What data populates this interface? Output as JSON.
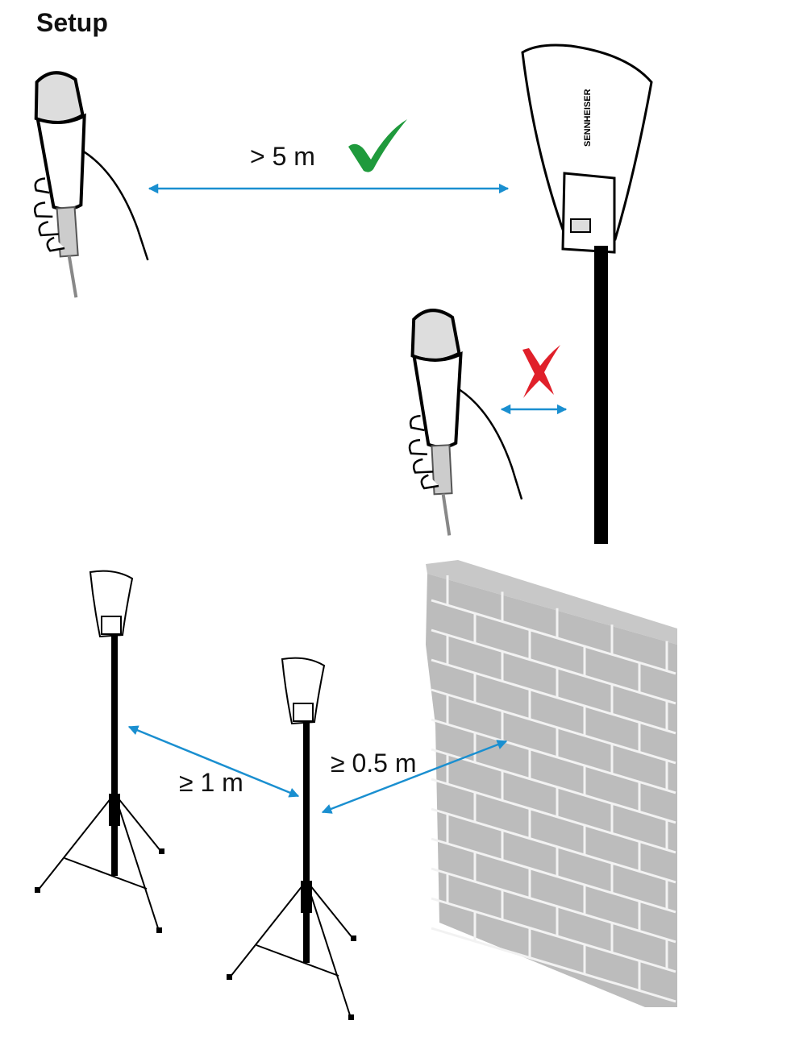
{
  "title": "Setup",
  "labels": {
    "distance_mic_antenna": "> 5 m",
    "distance_antennas": "≥ 1 m",
    "distance_wall": "≥ 0.5 m"
  },
  "brand_logo_text": "SENNHEISER",
  "colors": {
    "arrow": "#1a8fd0",
    "check": "#1f9a3c",
    "cross": "#e0202a",
    "wall": "#bcbcbc",
    "wall_lines": "#f2f2f2"
  },
  "icons": [
    "check-icon",
    "cross-icon",
    "microphone-icon",
    "antenna-icon",
    "tripod-stand-icon",
    "brick-wall-icon"
  ]
}
